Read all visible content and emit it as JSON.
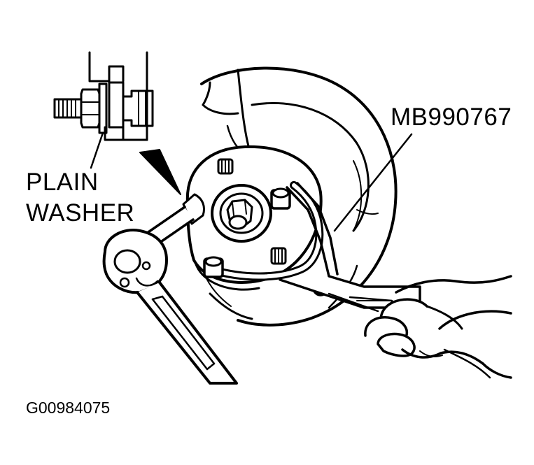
{
  "labels": {
    "plain": "PLAIN",
    "washer": "WASHER",
    "tool": "MB990767",
    "figure_id": "G00984075"
  },
  "colors": {
    "ink": "#000000",
    "paper": "#ffffff"
  },
  "parts": [
    "brake-disc",
    "wheel-hub",
    "wheel-stud",
    "hub-nut",
    "hub-holder-tool",
    "ratchet-wrench",
    "hand",
    "bolt-inset",
    "plain-washer"
  ]
}
